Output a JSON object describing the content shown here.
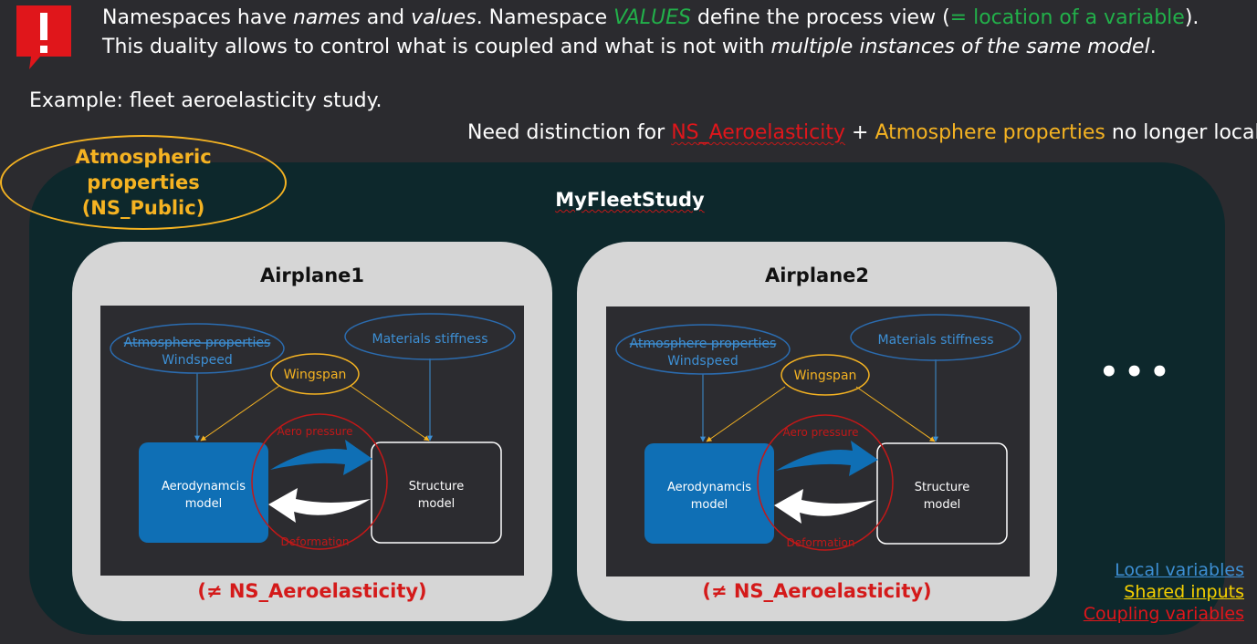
{
  "header": {
    "alert_icon": "exclamation-callout-icon",
    "alert_color": "#e0161b",
    "line1": {
      "t1": "Namespaces have ",
      "names": "names",
      "t2": " and ",
      "values": "values",
      "t3": ". Namespace ",
      "values_caps": "VALUES",
      "t4": " define the process view (",
      "location": "= location of a variable",
      "t5": ")."
    },
    "line2": {
      "t1": "This duality allows to control what is coupled and what is not with ",
      "multiple": "multiple instances of the same model",
      "t2": "."
    }
  },
  "example": "Example: fleet aeroelasticity study.",
  "need": {
    "t1": "Need distinction for ",
    "ns": "NS_Aeroelasticity",
    "t2": " + ",
    "atmo": "Atmosphere properties",
    "t3": " no longer local !"
  },
  "atmospheric": {
    "line1": "Atmospheric",
    "line2": "properties",
    "line3": "(NS_Public)"
  },
  "fleet_title": "MyFleetStudy",
  "airplanes": [
    {
      "title": "Airplane1",
      "atmo_line1": "Atmosphere properties",
      "atmo_line2": "Windspeed",
      "materials": "Materials stiffness",
      "wingspan": "Wingspan",
      "aero_pressure": "Aero pressure",
      "deformation": "Deformation",
      "aero_model_1": "Aerodynamcis",
      "aero_model_2": "model",
      "struct_model_1": "Structure",
      "struct_model_2": "model",
      "ns": "(≠ NS_Aeroelasticity)"
    },
    {
      "title": "Airplane2",
      "atmo_line1": "Atmosphere properties",
      "atmo_line2": "Windspeed",
      "materials": "Materials stiffness",
      "wingspan": "Wingspan",
      "aero_pressure": "Aero pressure",
      "deformation": "Deformation",
      "aero_model_1": "Aerodynamcis",
      "aero_model_2": "model",
      "struct_model_1": "Structure",
      "struct_model_2": "model",
      "ns": "(≠ NS_Aeroelasticity)"
    }
  ],
  "ellipsis": "•••",
  "legend": {
    "local": "Local variables",
    "shared": "Shared inputs",
    "coupling": "Coupling variables"
  },
  "colors": {
    "local": "#3d8fd4",
    "shared": "#f5b322",
    "coupling": "#e0161b",
    "green": "#22b04a",
    "fleet_bg": "#0d282c",
    "aero_block": "#0f6fb5"
  }
}
